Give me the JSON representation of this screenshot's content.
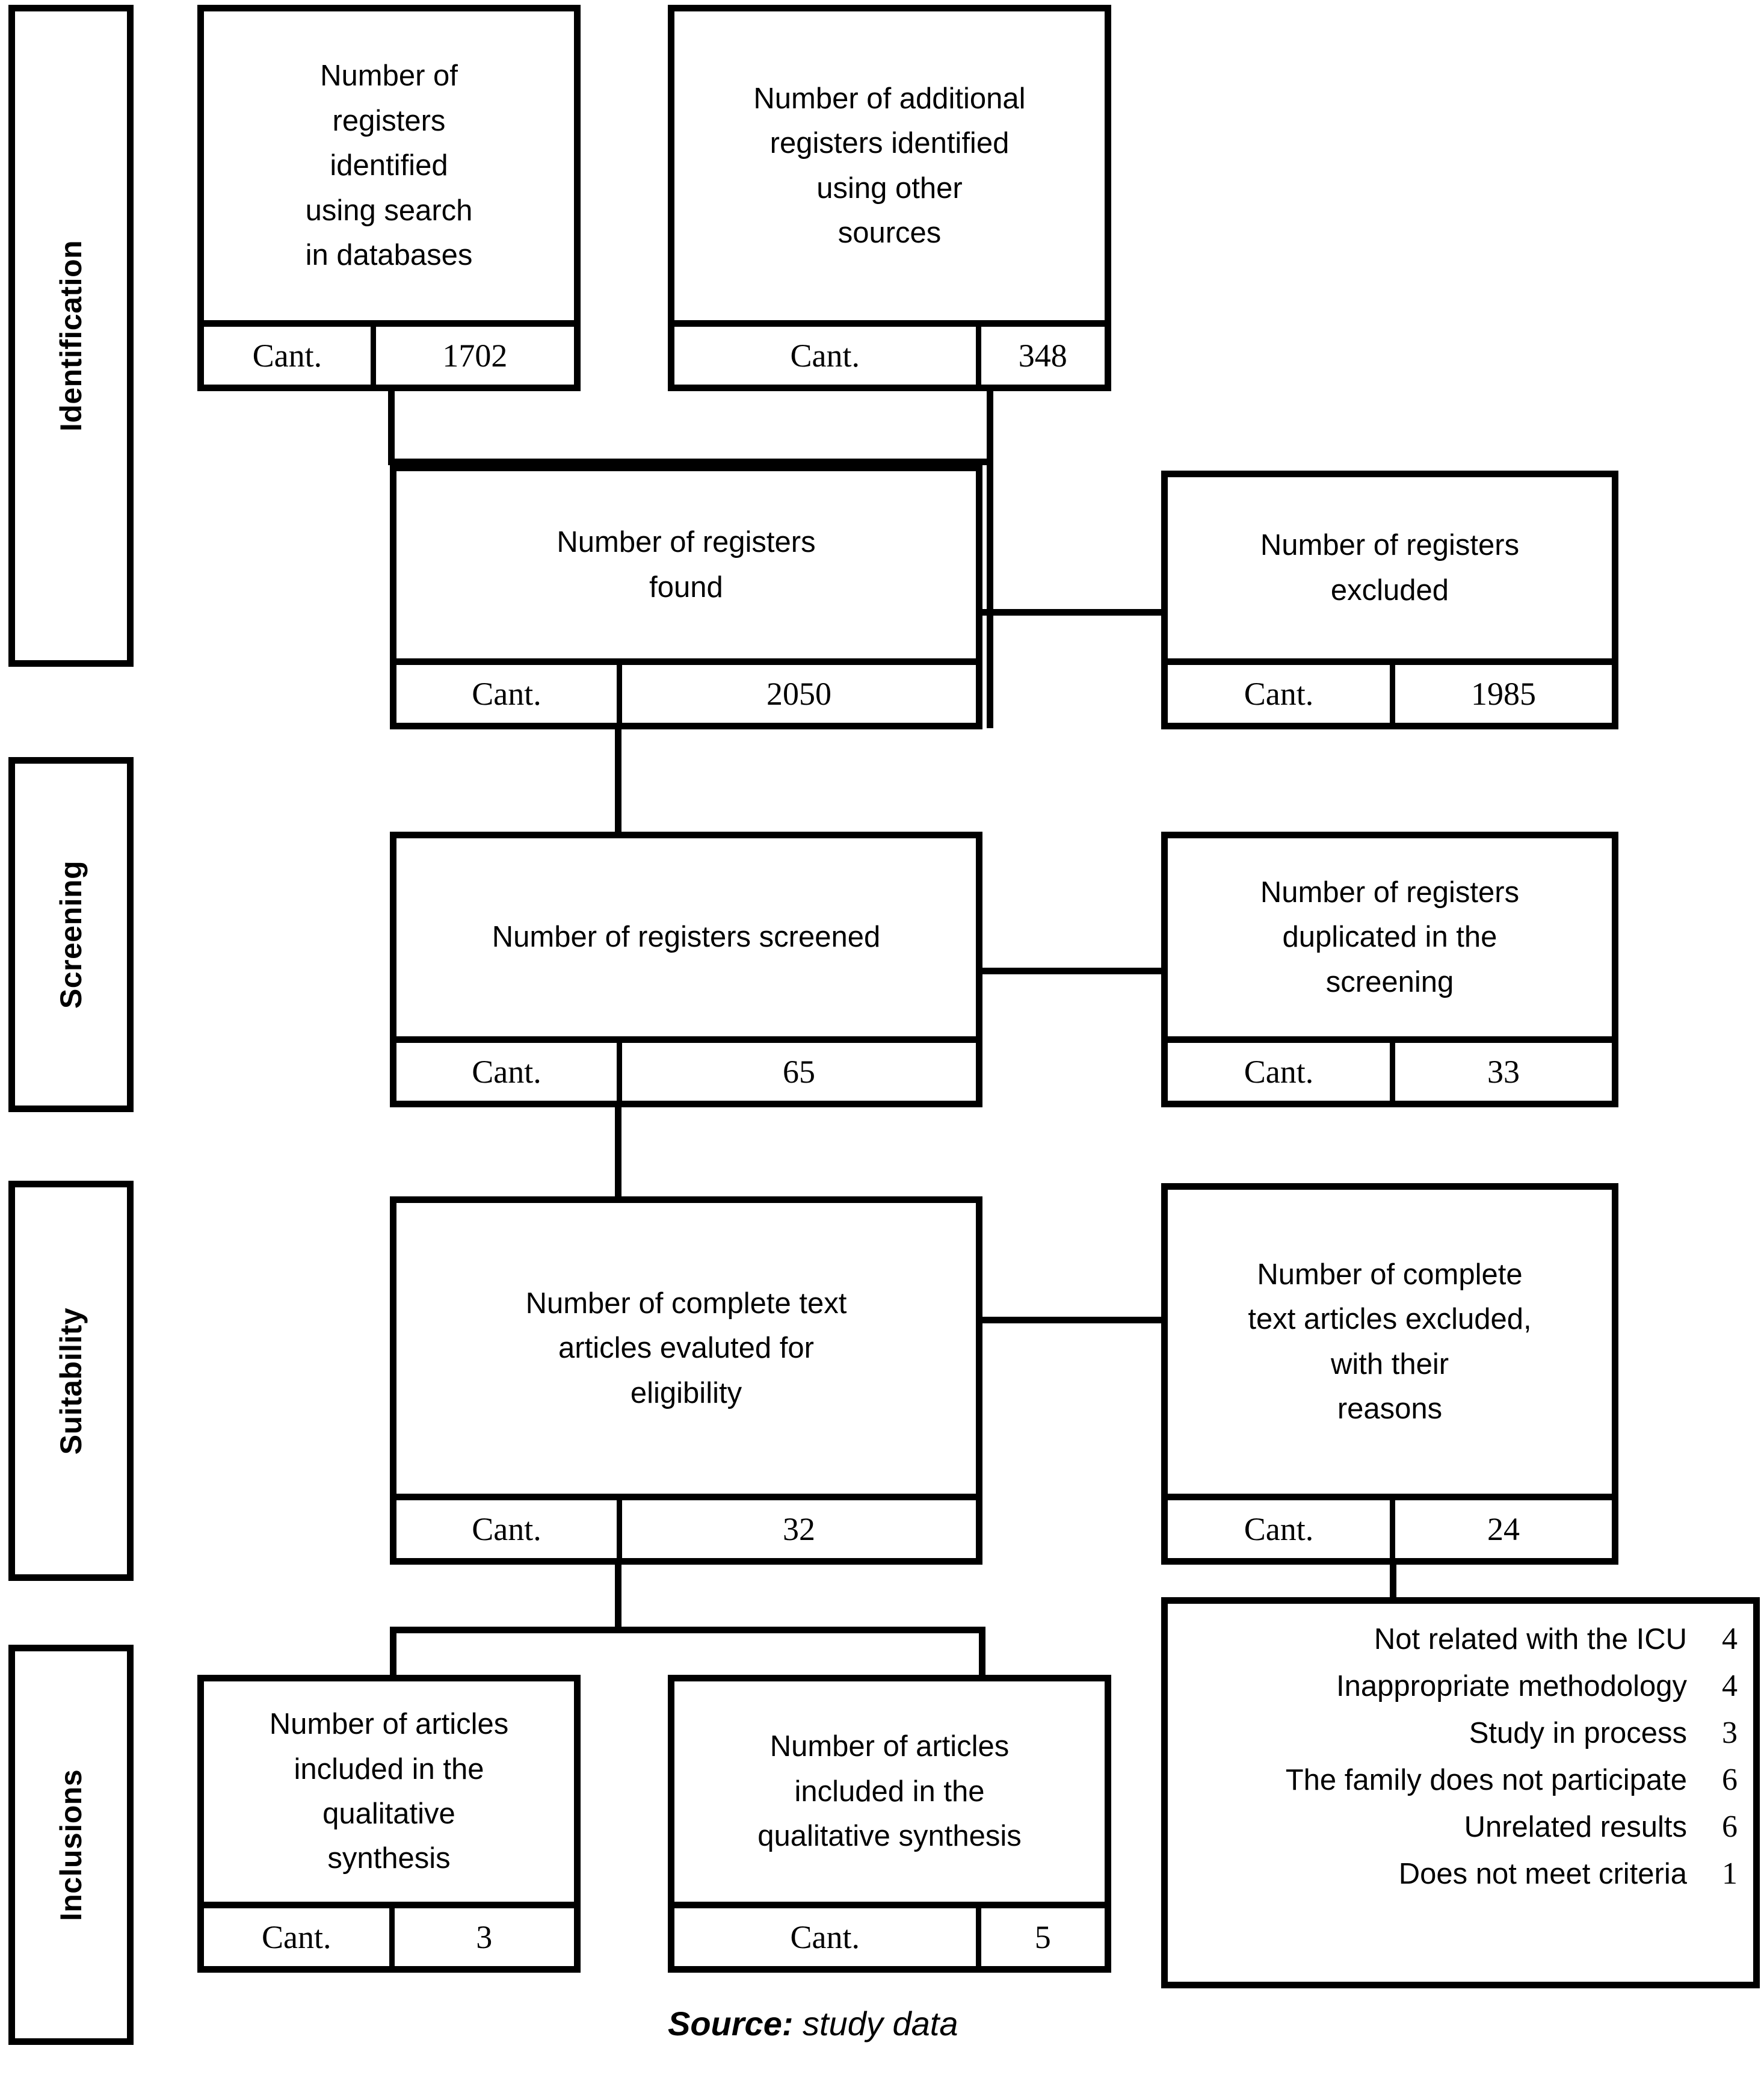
{
  "figure": {
    "type": "prisma-flow-diagram",
    "source_caption_bold": "Source:",
    "source_caption_rest": " study data"
  },
  "stages": [
    {
      "id": "identification",
      "label": "Identification"
    },
    {
      "id": "screening",
      "label": "Screening"
    },
    {
      "id": "suitability",
      "label": "Suitability"
    },
    {
      "id": "inclusions",
      "label": "Inclusions"
    }
  ],
  "count_label": "Cant.",
  "nodes": {
    "db_search": {
      "text": "Number of registers identified using search in databases",
      "lines": [
        "Number of",
        "registers",
        "identified",
        "using search",
        "in databases"
      ],
      "count_label": "Cant.",
      "count": "1702"
    },
    "other_sources": {
      "text": "Number of additional registers identified using other sources",
      "lines": [
        "Number of additional",
        "registers identified",
        "using other",
        "sources"
      ],
      "count_label": "Cant.",
      "count": "348"
    },
    "registers_found": {
      "text": "Number of registers found",
      "lines": [
        "Number of registers",
        "found"
      ],
      "count_label": "Cant.",
      "count": "2050"
    },
    "registers_excluded": {
      "text": "Number of registers excluded",
      "lines": [
        "Number of registers",
        "excluded"
      ],
      "count_label": "Cant.",
      "count": "1985"
    },
    "registers_screened": {
      "text": "Number of registers screened",
      "lines": [
        "Number of registers screened"
      ],
      "count_label": "Cant.",
      "count": "65"
    },
    "registers_duplicated": {
      "text": "Number of registers duplicated in the screening",
      "lines": [
        "Number of registers",
        "duplicated in the",
        "screening"
      ],
      "count_label": "Cant.",
      "count": "33"
    },
    "fulltext_evaluated": {
      "text": "Number of complete text articles evaluted for eligibility",
      "lines": [
        "Number of complete text",
        "articles evaluted for",
        "eligibility"
      ],
      "count_label": "Cant.",
      "count": "32"
    },
    "fulltext_excluded": {
      "text": "Number of complete text articles excluded, with their reasons",
      "lines": [
        "Number of complete",
        "text articles excluded,",
        "with their",
        "reasons"
      ],
      "count_label": "Cant.",
      "count": "24"
    },
    "qualitative_left": {
      "text": "Number of articles included in the qualitative synthesis",
      "lines": [
        "Number of articles",
        "included in the",
        "qualitative",
        "synthesis"
      ],
      "count_label": "Cant.",
      "count": "3"
    },
    "qualitative_right": {
      "text": "Number of articles included in the qualitative synthesis",
      "lines": [
        "Number of articles",
        "included in the",
        "qualitative synthesis"
      ],
      "count_label": "Cant.",
      "count": "5"
    }
  },
  "exclusion_reasons": [
    {
      "reason": "Not related with the ICU",
      "count": "4"
    },
    {
      "reason": "Inappropriate methodology",
      "count": "4"
    },
    {
      "reason": "Study in process",
      "count": "3"
    },
    {
      "reason": "The family does not participate",
      "count": "6"
    },
    {
      "reason": "Unrelated results",
      "count": "6"
    },
    {
      "reason": "Does not meet criteria",
      "count": "1"
    }
  ]
}
